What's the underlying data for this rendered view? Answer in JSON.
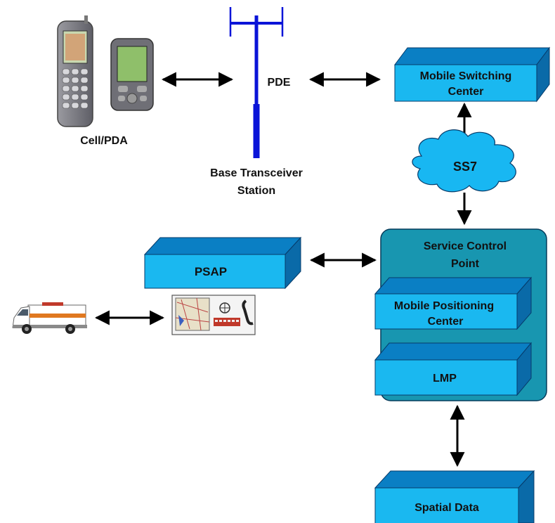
{
  "labels": {
    "cell_pda": "Cell/PDA",
    "pde": "PDE",
    "bts_line1": "Base Transceiver",
    "bts_line2": "Station",
    "msc_line1": "Mobile Switching",
    "msc_line2": "Center",
    "ss7": "SS7",
    "scp_line1": "Service Control",
    "scp_line2": "Point",
    "psap": "PSAP",
    "mpc_line1": "Mobile Positioning",
    "mpc_line2": "Center",
    "lmp": "LMP",
    "spatial_data": "Spatial Data"
  },
  "colors": {
    "box_front": "#1ab8f0",
    "box_top": "#0a7fc4",
    "box_side": "#0a6aa8",
    "cloud": "#18b7f2",
    "scp_container": "#1896b0",
    "tower": "#0a14d8",
    "arrow": "#000000"
  },
  "icons": {
    "cellphone": "cellphone-icon",
    "pda": "pda-icon",
    "tower": "antenna-tower-icon",
    "ambulance": "ambulance-icon",
    "psap_console": "dispatch-console-icon"
  }
}
